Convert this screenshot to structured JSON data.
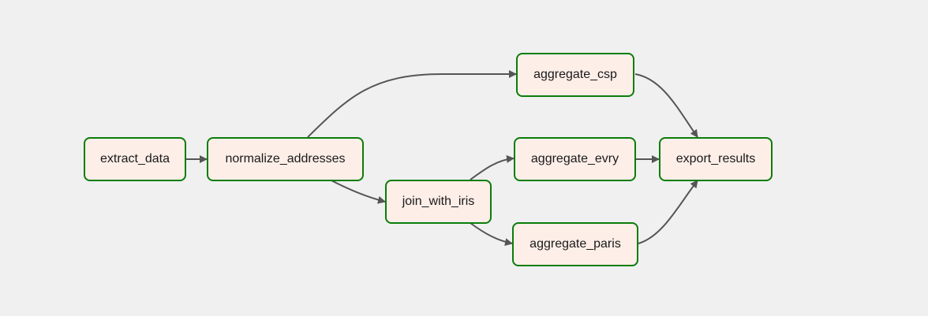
{
  "dag": {
    "tasks": {
      "extract_data": "extract_data",
      "normalize_addresses": "normalize_addresses",
      "join_with_iris": "join_with_iris",
      "aggregate_csp": "aggregate_csp",
      "aggregate_evry": "aggregate_evry",
      "aggregate_paris": "aggregate_paris",
      "export_results": "export_results"
    },
    "edges": [
      [
        "extract_data",
        "normalize_addresses"
      ],
      [
        "normalize_addresses",
        "aggregate_csp"
      ],
      [
        "normalize_addresses",
        "join_with_iris"
      ],
      [
        "join_with_iris",
        "aggregate_evry"
      ],
      [
        "join_with_iris",
        "aggregate_paris"
      ],
      [
        "aggregate_csp",
        "export_results"
      ],
      [
        "aggregate_evry",
        "export_results"
      ],
      [
        "aggregate_paris",
        "export_results"
      ]
    ],
    "colors": {
      "background": "#f0f0f0",
      "node_fill": "#fdeee8",
      "node_border": "#0a7d0a",
      "edge": "#555555"
    }
  }
}
